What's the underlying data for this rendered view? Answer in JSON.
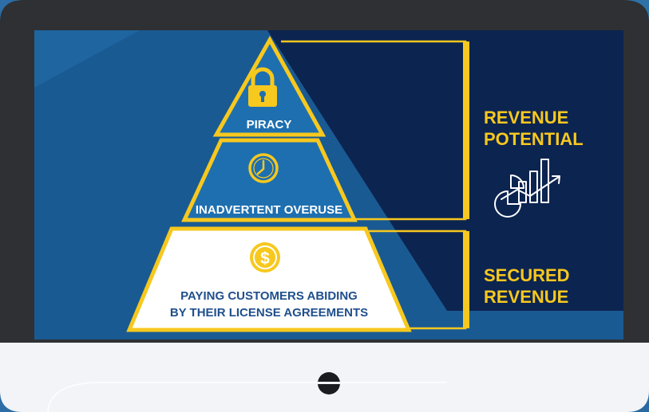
{
  "pyramid": {
    "tiers": [
      {
        "label": "PIRACY",
        "icon": "padlock-icon"
      },
      {
        "label": "INADVERTENT OVERUSE",
        "icon": "clock-icon"
      },
      {
        "label_line1": "PAYING CUSTOMERS ABIDING",
        "label_line2": "BY THEIR LICENSE AGREEMENTS",
        "icon": "dollar-coin-icon"
      }
    ]
  },
  "brackets": {
    "top": {
      "line1": "REVENUE",
      "line2": "POTENTIAL",
      "icon": "growth-chart-icon"
    },
    "bottom": {
      "line1": "SECURED",
      "line2": "REVENUE"
    }
  },
  "colors": {
    "background": "#2a6aa0",
    "bezel": "#2f3033",
    "screen_dark": "#0c2450",
    "screen_mid": "#1a5a92",
    "accent_yellow": "#f7c81e",
    "tier_blue": "#1e6fb0",
    "text_dark_blue": "#1f4f8c",
    "white": "#ffffff"
  }
}
